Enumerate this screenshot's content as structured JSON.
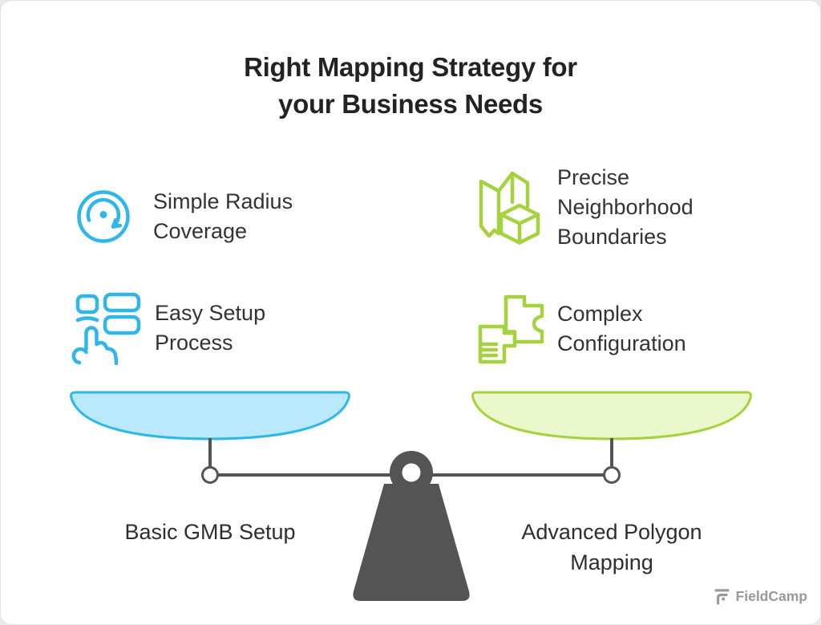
{
  "title": {
    "line1": "Right Mapping Strategy for",
    "line2": "your Business Needs"
  },
  "left_side": {
    "feature1": {
      "icon": "radius-coverage-icon",
      "line1": "Simple Radius",
      "line2": "Coverage"
    },
    "feature2": {
      "icon": "easy-setup-icon",
      "line1": "Easy Setup",
      "line2": "Process"
    },
    "pan_label": {
      "line1": "Basic GMB Setup"
    }
  },
  "right_side": {
    "feature1": {
      "icon": "neighborhood-boundaries-icon",
      "line1": "Precise",
      "line2": "Neighborhood",
      "line3": "Boundaries"
    },
    "feature2": {
      "icon": "complex-configuration-icon",
      "line1": "Complex",
      "line2": "Configuration"
    },
    "pan_label": {
      "line1": "Advanced Polygon",
      "line2": "Mapping"
    }
  },
  "brand": {
    "name": "FieldCamp"
  },
  "colors": {
    "left_accent": "#2fb7ea",
    "left_pan_fill": "#b9e9fa",
    "right_accent": "#a5d23e",
    "right_pan_fill": "#eaf8cb",
    "scale_metal": "#545454",
    "title_text": "#232323",
    "body_text": "#333333",
    "brand_text": "#98999b"
  }
}
